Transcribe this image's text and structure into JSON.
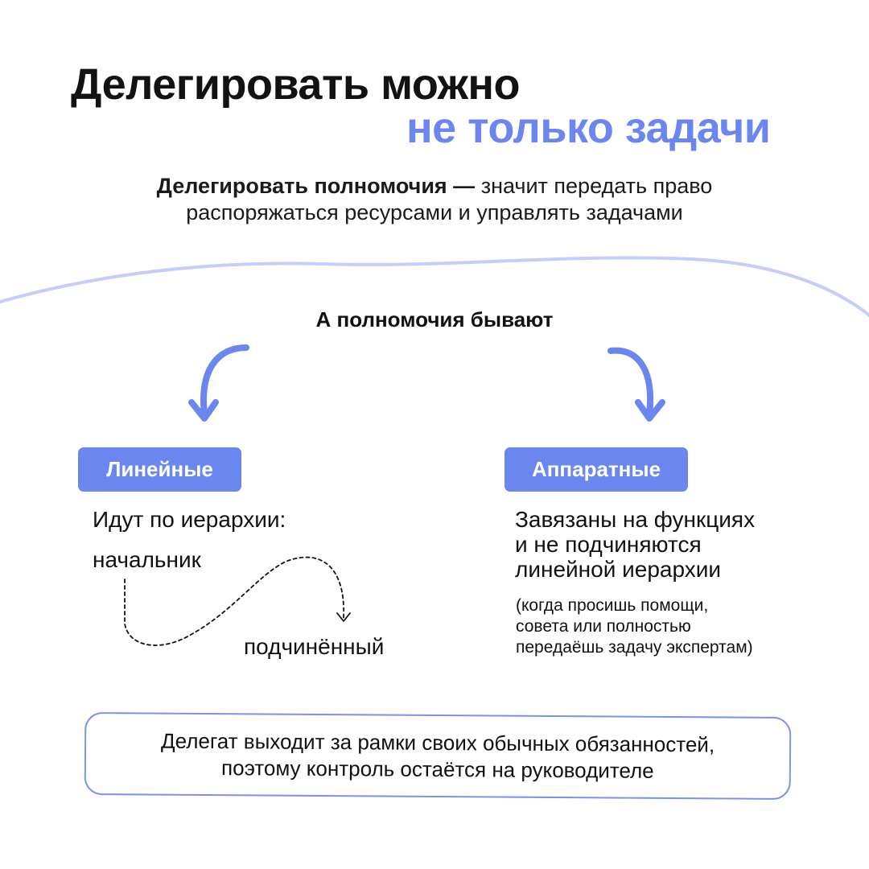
{
  "title": {
    "line1": "Делегировать можно",
    "line2": "не только задачи"
  },
  "intro": {
    "bold": "Делегировать полномочия",
    "dash": " — ",
    "rest_line1": "значит передать право",
    "line2": "распоряжаться ресурсами и управлять задачами"
  },
  "subheading": "А полномочия бывают",
  "linear": {
    "badge": "Линейные",
    "description": "Идут по иерархии:",
    "from": "начальник",
    "to": "подчинённый"
  },
  "functional": {
    "badge": "Аппаратные",
    "description_lines": [
      "Завязаны на функциях",
      "и не подчиняются",
      "линейной иерархии"
    ],
    "note_lines": [
      "(когда просишь помощи,",
      "совета или полностью",
      "передаёшь задачу экспертам)"
    ]
  },
  "footer": {
    "line1": "Делегат выходит за рамки своих обычных обязанностей,",
    "line2": "поэтому контроль остаётся на руководителе"
  },
  "colors": {
    "accent": "#6b86ee",
    "wave": "#c5cdfb",
    "text": "#111111"
  }
}
